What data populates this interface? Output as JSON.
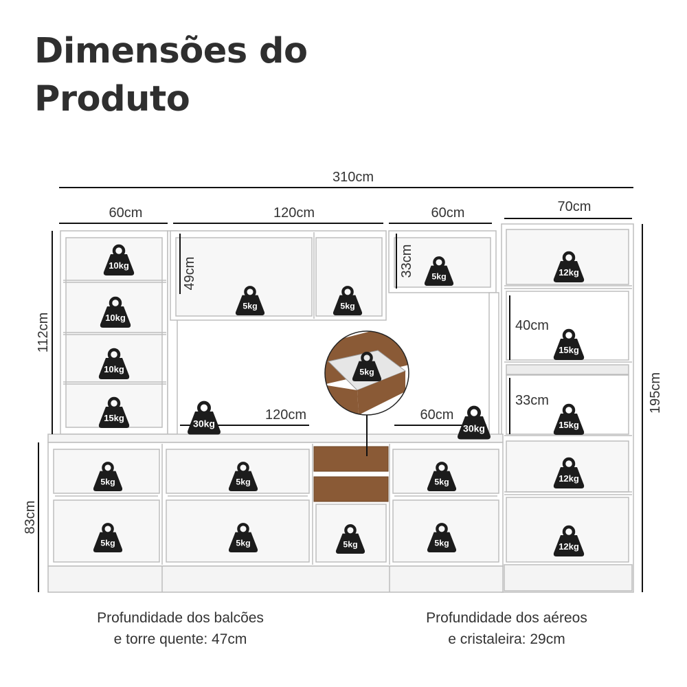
{
  "title": {
    "line1": "Dimensões do",
    "line2": "Produto"
  },
  "colors": {
    "outline": "#bdbdbd",
    "panel": "#ffffff",
    "weight_icon": "#1c1c1c",
    "wood": "#8a5a36",
    "text": "#333333"
  },
  "icon": "weight-icon",
  "dimensions": {
    "total_width": "310cm",
    "left_upper_width": "60cm",
    "center_upper_width": "120cm",
    "right_upper_width": "60cm",
    "tower_width": "70cm",
    "left_upper_height": "112cm",
    "base_height": "83cm",
    "total_height": "195cm",
    "center_upper_height": "49cm",
    "right_upper_height": "33cm",
    "tower_upper_niche": "40cm",
    "tower_lower_niche": "33cm",
    "counter_center_width": "120cm",
    "counter_right_width": "60cm"
  },
  "weights": {
    "left_shelf_1": "10kg",
    "left_shelf_2": "10kg",
    "left_shelf_3": "10kg",
    "left_shelf_4": "15kg",
    "center_upper_1": "5kg",
    "center_upper_2": "5kg",
    "right_upper": "5kg",
    "tower_1": "12kg",
    "tower_2": "15kg",
    "tower_3": "15kg",
    "tower_4": "12kg",
    "tower_5": "12kg",
    "counter_left": "30kg",
    "counter_right": "30kg",
    "drawer": "5kg",
    "base_1_top": "5kg",
    "base_1_bottom": "5kg",
    "base_2_top": "5kg",
    "base_2_bottom": "5kg",
    "base_3_bottom": "5kg",
    "base_4_top": "5kg",
    "base_4_bottom": "5kg"
  },
  "notes": {
    "left_line1": "Profundidade dos balcões",
    "left_line2": "e torre quente: 47cm",
    "right_line1": "Profundidade dos aéreos",
    "right_line2": "e cristaleira: 29cm"
  }
}
